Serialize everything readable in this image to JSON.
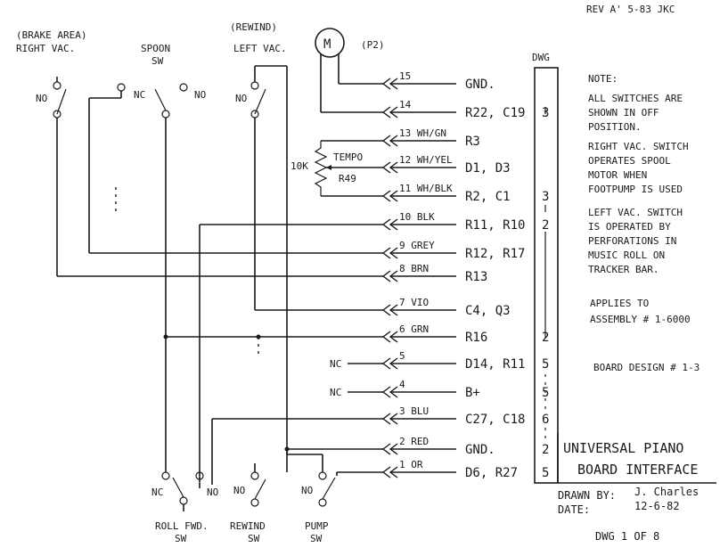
{
  "header": {
    "rev": "REV A'  5-83 JKC"
  },
  "switches": {
    "right_vac": {
      "line1": "(BRAKE AREA)",
      "line2": "RIGHT VAC.",
      "contact": "NO"
    },
    "spool": {
      "line1": "SPOON",
      "line2": "SW",
      "contact_left": "NC",
      "contact_right": "NO"
    },
    "left_vac": {
      "line1": "(REWIND)",
      "line2": "LEFT VAC.",
      "contact": "NO"
    },
    "roll_fwd": {
      "line1": "ROLL FWD.",
      "line2": "SW",
      "contact_left": "NC",
      "contact_right": "NO"
    },
    "rewind": {
      "line1": "REWIND",
      "line2": "SW",
      "contact": "NO"
    },
    "pump": {
      "line1": "PUMP",
      "line2": "SW",
      "contact": "NO"
    }
  },
  "motor": {
    "symbol": "M",
    "plug": "(P2)"
  },
  "pot": {
    "value": "10K",
    "name": "TEMPO",
    "resistor": "R49"
  },
  "dwg_column_label": "DWG",
  "pins": [
    {
      "num": "15",
      "wire": "",
      "dest": "GND.",
      "dwg": ""
    },
    {
      "num": "14",
      "wire": "",
      "dest": "R22, C19",
      "dwg": "3"
    },
    {
      "num": "13",
      "wire": "WH/GN",
      "dest": "R3",
      "dwg": ""
    },
    {
      "num": "12",
      "wire": "WH/YEL",
      "dest": "D1, D3",
      "dwg": ""
    },
    {
      "num": "11",
      "wire": "WH/BLK",
      "dest": "R2, C1",
      "dwg": "3"
    },
    {
      "num": "10",
      "wire": "BLK",
      "dest": "R11, R10",
      "dwg": "2"
    },
    {
      "num": "9",
      "wire": "GREY",
      "dest": "R12, R17",
      "dwg": ""
    },
    {
      "num": "8",
      "wire": "BRN",
      "dest": "R13",
      "dwg": ""
    },
    {
      "num": "7",
      "wire": "VIO",
      "dest": "C4, Q3",
      "dwg": ""
    },
    {
      "num": "6",
      "wire": "GRN",
      "dest": "R16",
      "dwg": "2"
    },
    {
      "num": "5",
      "wire": "",
      "dest": "D14, R11",
      "dwg": "5",
      "nc": "NC"
    },
    {
      "num": "4",
      "wire": "",
      "dest": "B+",
      "dwg": "5",
      "nc": "NC"
    },
    {
      "num": "3",
      "wire": "BLU",
      "dest": "C27, C18",
      "dwg": "6"
    },
    {
      "num": "2",
      "wire": "RED",
      "dest": "GND.",
      "dwg": "2"
    },
    {
      "num": "1",
      "wire": "OR",
      "dest": "D6, R27",
      "dwg": "5"
    }
  ],
  "notes": {
    "heading": "NOTE:",
    "lines": [
      "ALL SWITCHES ARE",
      "SHOWN IN OFF",
      "POSITION.",
      "RIGHT VAC. SWITCH",
      "OPERATES SPOOL",
      "MOTOR WHEN",
      "FOOTPUMP IS USED",
      "LEFT VAC. SWITCH",
      "IS OPERATED BY",
      "PERFORATIONS IN",
      "MUSIC ROLL ON",
      "TRACKER BAR.",
      "APPLIES TO",
      "ASSEMBLY # 1-6000",
      "BOARD DESIGN # 1-3"
    ]
  },
  "title_block": {
    "title1": "UNIVERSAL PIANO",
    "title2": "BOARD INTERFACE",
    "drawn_by_label": "DRAWN BY:",
    "drawn_by": "J. Charles",
    "date_label": "DATE:",
    "date": "12-6-82",
    "dwg": "DWG 1 OF 8"
  }
}
